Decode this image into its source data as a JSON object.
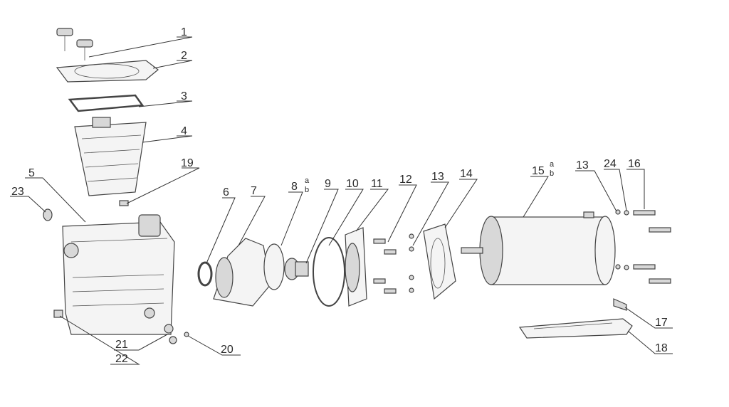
{
  "diagram": {
    "callouts": [
      {
        "id": "c1",
        "label": "1"
      },
      {
        "id": "c2",
        "label": "2"
      },
      {
        "id": "c3",
        "label": "3"
      },
      {
        "id": "c4",
        "label": "4"
      },
      {
        "id": "c19",
        "label": "19"
      },
      {
        "id": "c5",
        "label": "5"
      },
      {
        "id": "c23",
        "label": "23"
      },
      {
        "id": "c6",
        "label": "6"
      },
      {
        "id": "c7",
        "label": "7"
      },
      {
        "id": "c8",
        "label": "8",
        "sub_a": "a",
        "sub_b": "b"
      },
      {
        "id": "c9",
        "label": "9"
      },
      {
        "id": "c10",
        "label": "10"
      },
      {
        "id": "c11",
        "label": "11"
      },
      {
        "id": "c12",
        "label": "12"
      },
      {
        "id": "c13a",
        "label": "13"
      },
      {
        "id": "c14",
        "label": "14"
      },
      {
        "id": "c15",
        "label": "15",
        "sub_a": "a",
        "sub_b": "b"
      },
      {
        "id": "c13b",
        "label": "13"
      },
      {
        "id": "c24",
        "label": "24"
      },
      {
        "id": "c16",
        "label": "16"
      },
      {
        "id": "c17",
        "label": "17"
      },
      {
        "id": "c18",
        "label": "18"
      },
      {
        "id": "c20",
        "label": "20"
      },
      {
        "id": "c21",
        "label": "21"
      },
      {
        "id": "c22",
        "label": "22"
      }
    ]
  }
}
